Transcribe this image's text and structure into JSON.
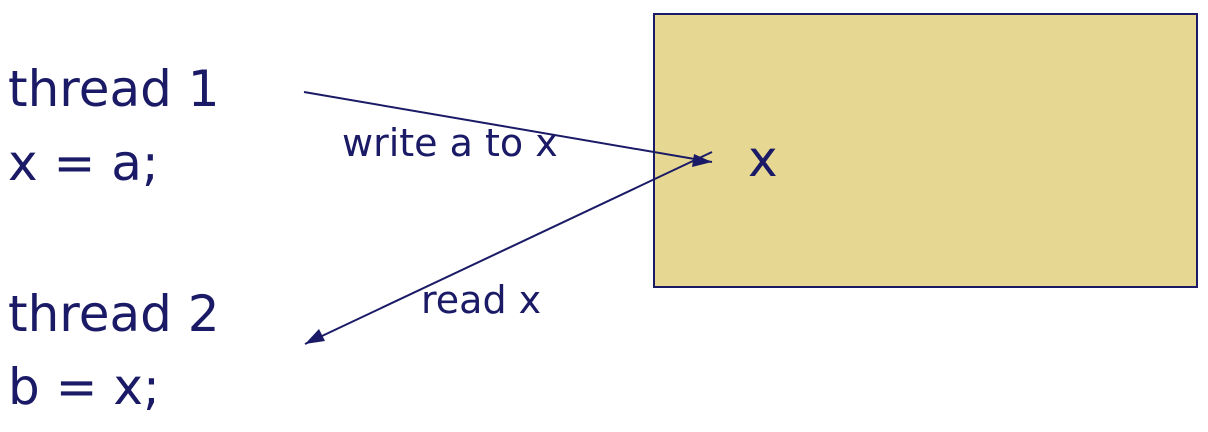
{
  "thread1": {
    "label": "thread 1",
    "code": "x = a;"
  },
  "thread2": {
    "label": "thread 2",
    "code": "b = x;"
  },
  "memory": {
    "variable": "x",
    "fill_color": "#e6d792"
  },
  "arrows": {
    "write_label": "write a to x",
    "read_label": "read x",
    "color": "#1a1a66"
  },
  "text_color": "#1a1a66"
}
